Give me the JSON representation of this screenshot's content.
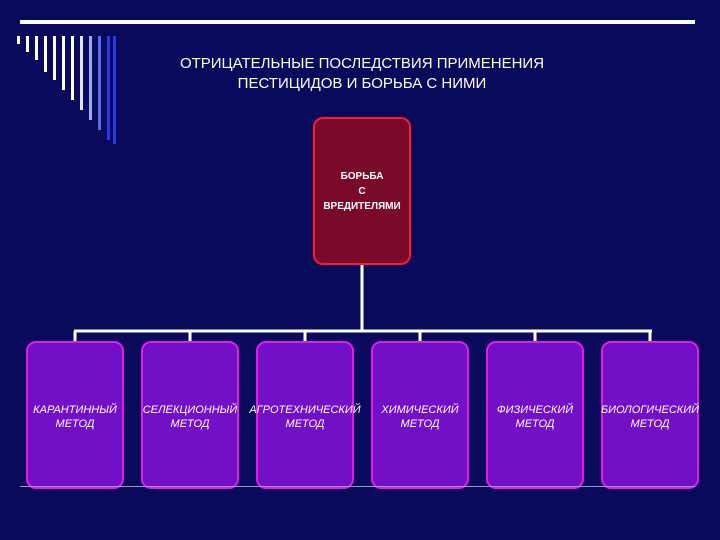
{
  "slide": {
    "title_line1": "ОТРИЦАТЕЛЬНЫЕ ПОСЛЕДСТВИЯ ПРИМЕНЕНИЯ",
    "title_line2": "ПЕСТИЦИДОВ И БОРЬБА С НИМИ"
  },
  "diagram": {
    "root": {
      "label": "БОРЬБА\nС\nВРЕДИТЕЛЯМИ"
    },
    "methods": [
      {
        "label": "КАРАНТИННЫЙ\nМЕТОД"
      },
      {
        "label": "СЕЛЕКЦИОННЫЙ\nМЕТОД"
      },
      {
        "label": "АГРОТЕХНИЧЕСКИЙ\nМЕТОД"
      },
      {
        "label": "ХИМИЧЕСКИЙ\nМЕТОД"
      },
      {
        "label": "ФИЗИЧЕСКИЙ\nМЕТОД"
      },
      {
        "label": "БИОЛОГИЧЕСКИЙ\nМЕТОД"
      }
    ]
  },
  "colors": {
    "background": "#0a0a5c",
    "root_fill": "#7a0a2c",
    "root_border": "#ff1a2a",
    "method_fill": "#7210c8",
    "method_border": "#e51ae5",
    "connector": "#ffffff"
  }
}
